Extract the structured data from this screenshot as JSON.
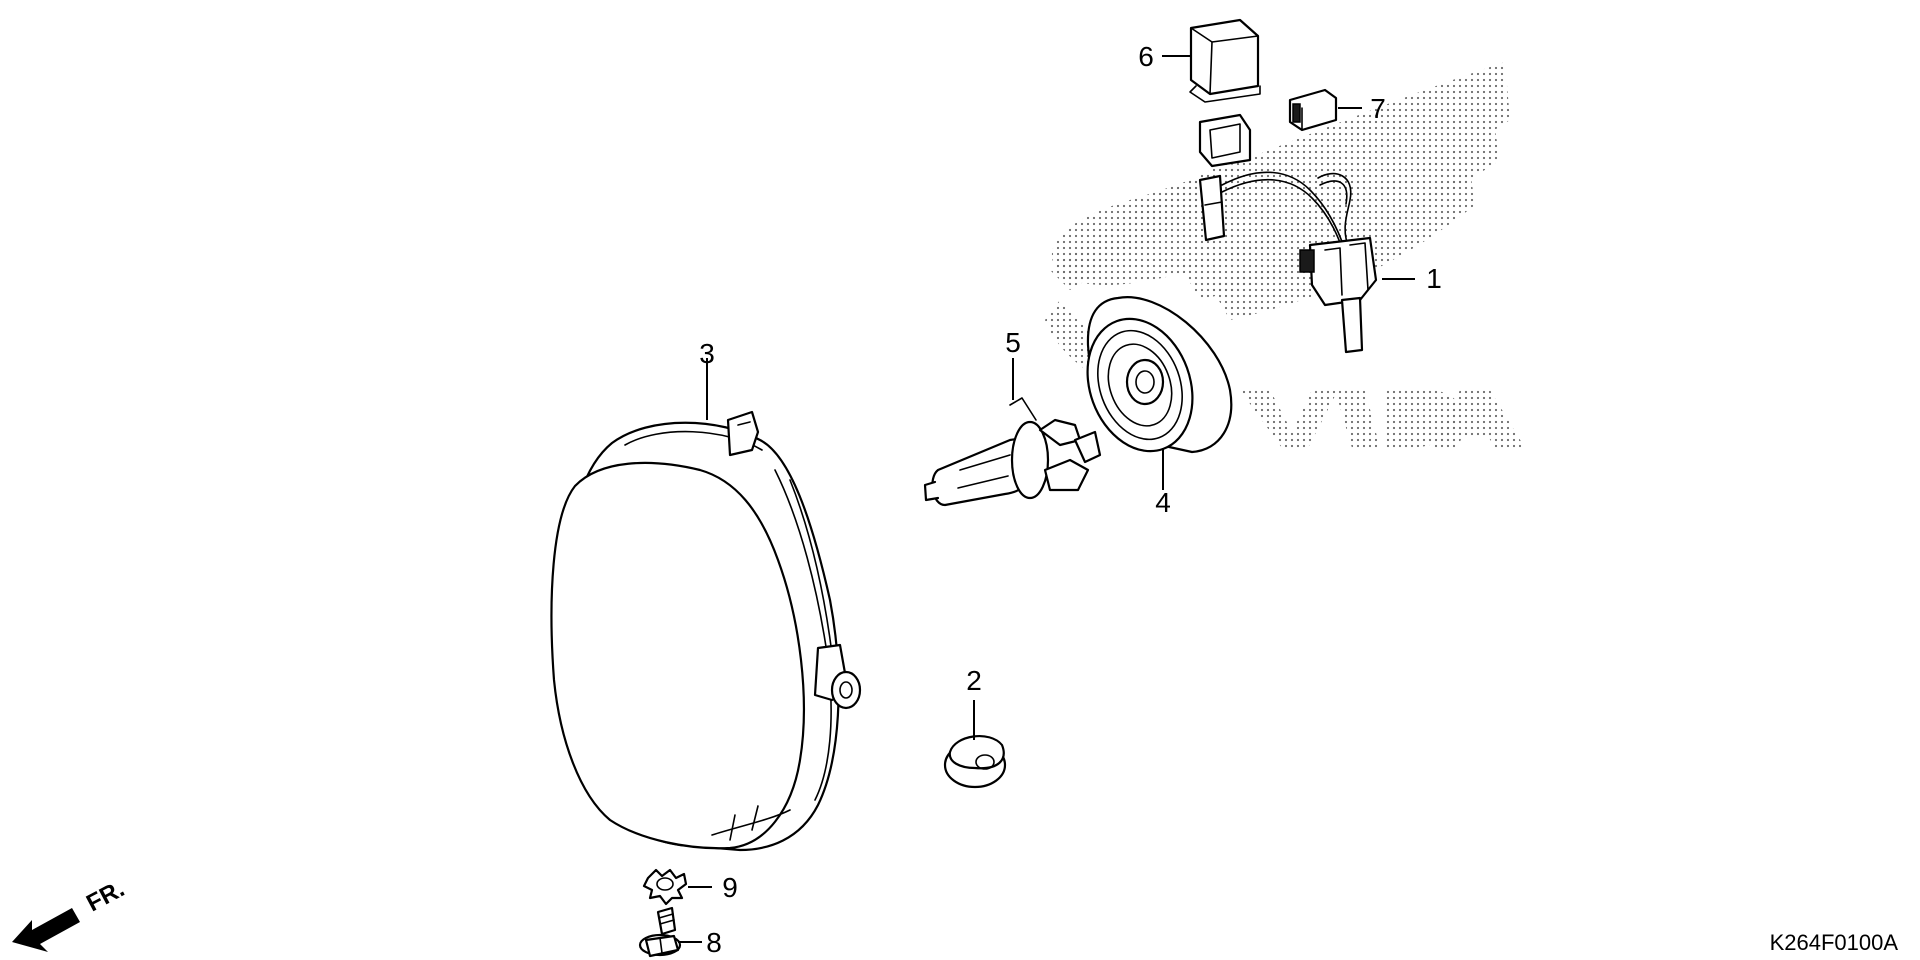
{
  "diagram": {
    "drawing_code": "K264F0100A",
    "front_marker": "FR.",
    "watermark_brand": "HONDA",
    "callouts": [
      {
        "id": "1",
        "part": "wire-harness-socket"
      },
      {
        "id": "2",
        "part": "rubber-grommet"
      },
      {
        "id": "3",
        "part": "headlight-unit"
      },
      {
        "id": "4",
        "part": "dust-cover"
      },
      {
        "id": "5",
        "part": "headlight-bulb"
      },
      {
        "id": "6",
        "part": "relay"
      },
      {
        "id": "7",
        "part": "connector-cap"
      },
      {
        "id": "8",
        "part": "flange-bolt"
      },
      {
        "id": "9",
        "part": "washer"
      }
    ]
  }
}
